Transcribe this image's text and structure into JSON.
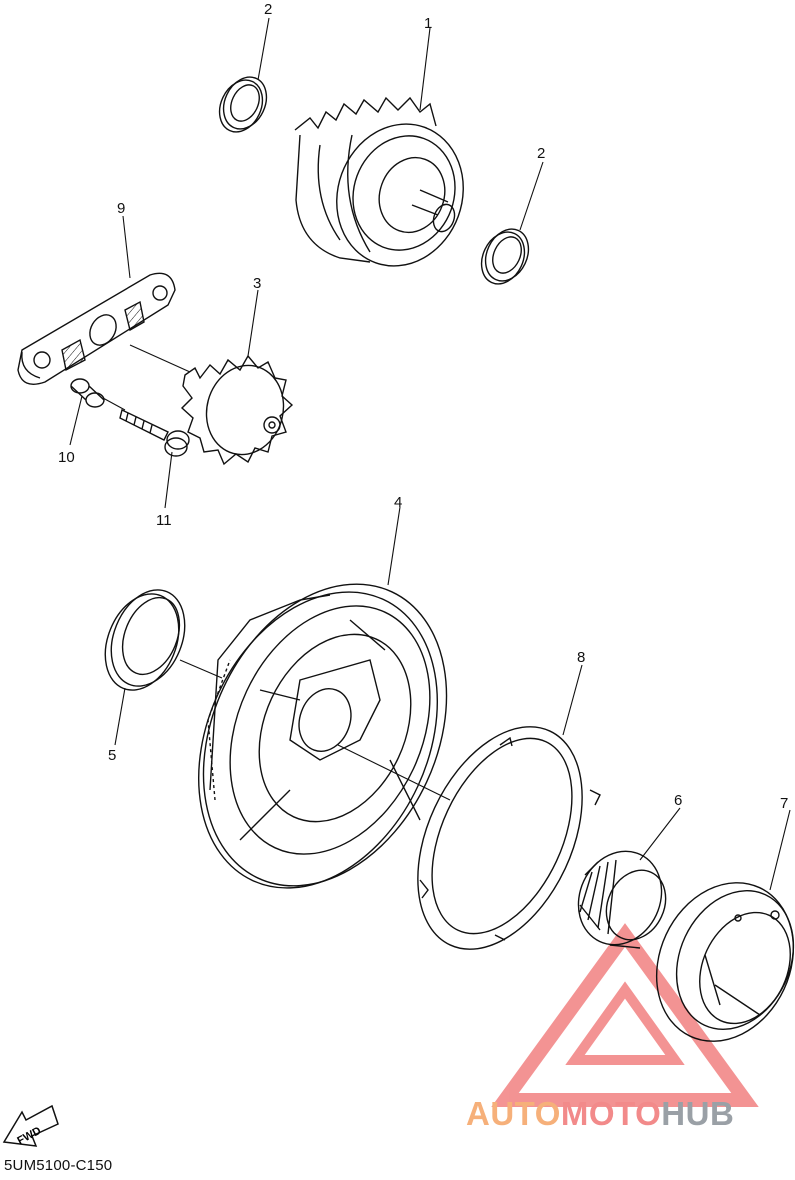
{
  "diagram_code": "5UM5100-C150",
  "fwd_label": "FWD",
  "watermark": {
    "part1": "AUTO",
    "part2": "MOTO",
    "part3": "HUB"
  },
  "callouts": {
    "c1": "1",
    "c2a": "2",
    "c2b": "2",
    "c3": "3",
    "c4": "4",
    "c5": "5",
    "c6": "6",
    "c7": "7",
    "c8": "8",
    "c9": "9",
    "c10": "10",
    "c11": "11"
  },
  "colors": {
    "line": "#111111",
    "watermark_red": "#f07070",
    "watermark_orange": "#f6b07a",
    "watermark_grey": "#9aa0a6"
  }
}
